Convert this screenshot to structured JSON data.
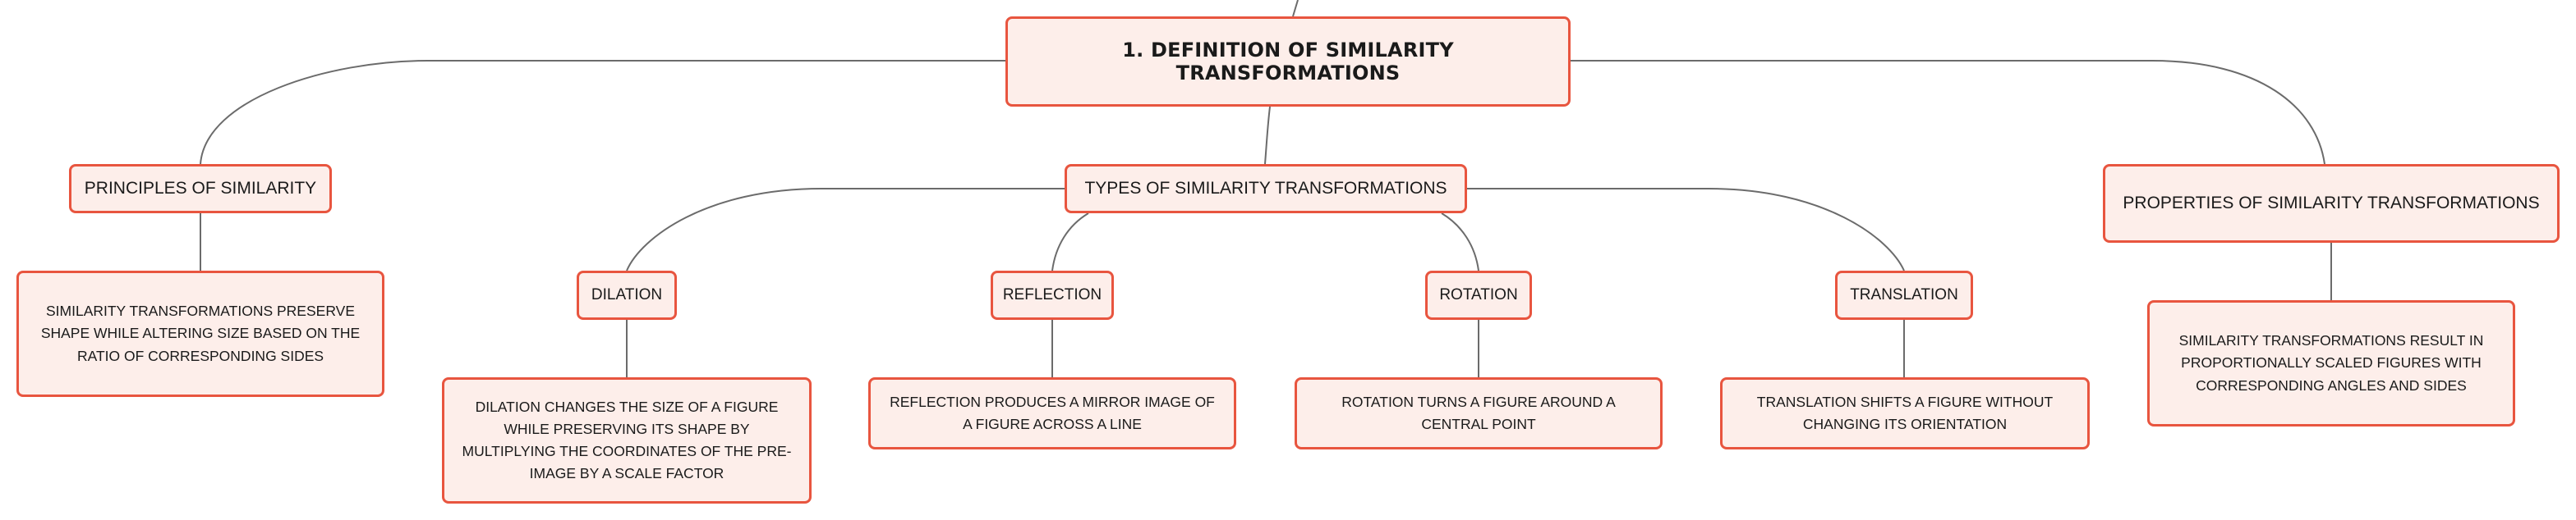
{
  "diagram": {
    "root": {
      "label": "1. DEFINITION OF SIMILARITY TRANSFORMATIONS"
    },
    "principles": {
      "label": "PRINCIPLES OF SIMILARITY",
      "detail": "SIMILARITY TRANSFORMATIONS PRESERVE SHAPE WHILE ALTERING SIZE BASED ON THE RATIO OF CORRESPONDING SIDES"
    },
    "types": {
      "label": "TYPES OF SIMILARITY TRANSFORMATIONS",
      "children": [
        {
          "label": "DILATION",
          "detail": "DILATION CHANGES THE SIZE OF A FIGURE WHILE PRESERVING ITS SHAPE BY MULTIPLYING THE COORDINATES OF THE PRE-IMAGE BY A SCALE FACTOR"
        },
        {
          "label": "REFLECTION",
          "detail": "REFLECTION PRODUCES A MIRROR IMAGE OF A FIGURE ACROSS A LINE"
        },
        {
          "label": "ROTATION",
          "detail": "ROTATION TURNS A FIGURE AROUND A CENTRAL POINT"
        },
        {
          "label": "TRANSLATION",
          "detail": "TRANSLATION SHIFTS A FIGURE WITHOUT CHANGING ITS ORIENTATION"
        }
      ]
    },
    "properties": {
      "label": "PROPERTIES OF SIMILARITY TRANSFORMATIONS",
      "detail": "SIMILARITY TRANSFORMATIONS RESULT IN PROPORTIONALLY SCALED FIGURES WITH CORRESPONDING ANGLES AND SIDES"
    },
    "colors": {
      "node_fill": "#fdeeea",
      "node_border": "#e8553f",
      "connector": "#6b6b6b",
      "text": "#1a1a1a"
    }
  }
}
